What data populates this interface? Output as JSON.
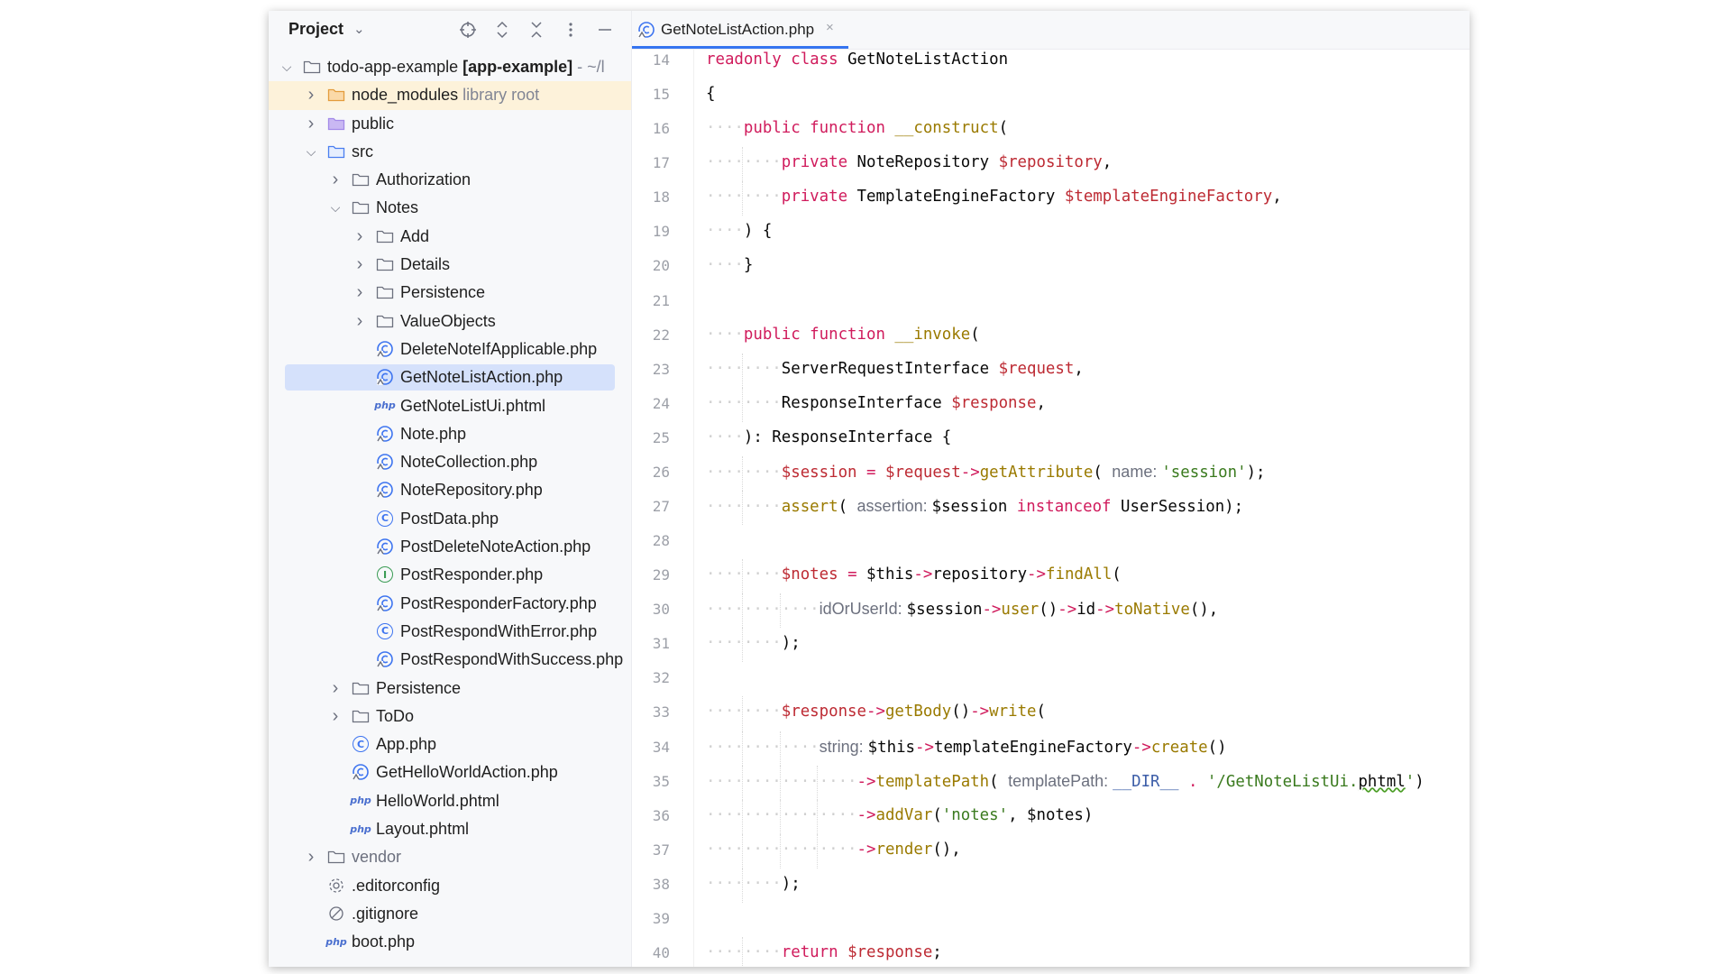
{
  "project_panel": {
    "title": "Project",
    "tree": [
      {
        "depth": 0,
        "arrow": "down",
        "icon": "folder",
        "name": "todo-app-example",
        "bold": "[app-example]",
        "suffix": "- ~/l"
      },
      {
        "depth": 1,
        "arrow": "right",
        "icon": "folder-orange",
        "name": "node_modules",
        "suffix": "library root",
        "highlight": true
      },
      {
        "depth": 1,
        "arrow": "right",
        "icon": "folder-purple",
        "name": "public"
      },
      {
        "depth": 1,
        "arrow": "down",
        "icon": "folder-blue",
        "name": "src"
      },
      {
        "depth": 2,
        "arrow": "right",
        "icon": "folder",
        "name": "Authorization"
      },
      {
        "depth": 2,
        "arrow": "down",
        "icon": "folder",
        "name": "Notes"
      },
      {
        "depth": 3,
        "arrow": "right",
        "icon": "folder",
        "name": "Add"
      },
      {
        "depth": 3,
        "arrow": "right",
        "icon": "folder",
        "name": "Details"
      },
      {
        "depth": 3,
        "arrow": "right",
        "icon": "folder",
        "name": "Persistence"
      },
      {
        "depth": 3,
        "arrow": "right",
        "icon": "folder",
        "name": "ValueObjects"
      },
      {
        "depth": 3,
        "icon": "php-class-readonly",
        "name": "DeleteNoteIfApplicable.php"
      },
      {
        "depth": 3,
        "icon": "php-class-readonly",
        "name": "GetNoteListAction.php",
        "selected": true
      },
      {
        "depth": 3,
        "icon": "php-file",
        "name": "GetNoteListUi.phtml"
      },
      {
        "depth": 3,
        "icon": "php-class-readonly",
        "name": "Note.php"
      },
      {
        "depth": 3,
        "icon": "php-class-readonly",
        "name": "NoteCollection.php"
      },
      {
        "depth": 3,
        "icon": "php-class-readonly",
        "name": "NoteRepository.php"
      },
      {
        "depth": 3,
        "icon": "php-class",
        "name": "PostData.php"
      },
      {
        "depth": 3,
        "icon": "php-class-readonly",
        "name": "PostDeleteNoteAction.php"
      },
      {
        "depth": 3,
        "icon": "php-interface",
        "name": "PostResponder.php"
      },
      {
        "depth": 3,
        "icon": "php-class-readonly",
        "name": "PostResponderFactory.php"
      },
      {
        "depth": 3,
        "icon": "php-class",
        "name": "PostRespondWithError.php"
      },
      {
        "depth": 3,
        "icon": "php-class-readonly",
        "name": "PostRespondWithSuccess.php"
      },
      {
        "depth": 2,
        "arrow": "right",
        "icon": "folder",
        "name": "Persistence"
      },
      {
        "depth": 2,
        "arrow": "right",
        "icon": "folder",
        "name": "ToDo"
      },
      {
        "depth": 2,
        "icon": "php-class",
        "name": "App.php"
      },
      {
        "depth": 2,
        "icon": "php-class-readonly",
        "name": "GetHelloWorldAction.php"
      },
      {
        "depth": 2,
        "icon": "php-file",
        "name": "HelloWorld.phtml"
      },
      {
        "depth": 2,
        "icon": "php-file",
        "name": "Layout.phtml"
      },
      {
        "depth": 1,
        "arrow": "right",
        "icon": "folder",
        "name": "vendor",
        "muted": true
      },
      {
        "depth": 1,
        "icon": "gear-file",
        "name": ".editorconfig"
      },
      {
        "depth": 1,
        "icon": "ignore-file",
        "name": ".gitignore"
      },
      {
        "depth": 1,
        "icon": "php-file",
        "name": "boot.php"
      }
    ]
  },
  "editor": {
    "tab": {
      "label": "GetNoteListAction.php",
      "close": "×"
    },
    "lines": [
      {
        "n": "14",
        "indent": 0,
        "tokens": [
          [
            "kw",
            "readonly class "
          ],
          [
            "cls",
            "GetNoteListAction"
          ]
        ]
      },
      {
        "n": "15",
        "indent": 0,
        "tokens": [
          [
            "cls",
            "{"
          ]
        ]
      },
      {
        "n": "16",
        "indent": 1,
        "tokens": [
          [
            "kw",
            "public function "
          ],
          [
            "fn",
            "__construct"
          ],
          [
            "cls",
            "("
          ]
        ]
      },
      {
        "n": "17",
        "indent": 2,
        "tokens": [
          [
            "kw",
            "private "
          ],
          [
            "cls",
            "NoteRepository "
          ],
          [
            "var",
            "$repository"
          ],
          [
            "cls",
            ","
          ]
        ]
      },
      {
        "n": "18",
        "indent": 2,
        "tokens": [
          [
            "kw",
            "private "
          ],
          [
            "cls",
            "TemplateEngineFactory "
          ],
          [
            "var",
            "$templateEngineFactory"
          ],
          [
            "cls",
            ","
          ]
        ]
      },
      {
        "n": "19",
        "indent": 1,
        "tokens": [
          [
            "cls",
            ") {"
          ]
        ]
      },
      {
        "n": "20",
        "indent": 1,
        "tokens": [
          [
            "cls",
            "}"
          ]
        ]
      },
      {
        "n": "21",
        "indent": 0,
        "tokens": []
      },
      {
        "n": "22",
        "indent": 1,
        "tokens": [
          [
            "kw",
            "public function "
          ],
          [
            "fn",
            "__invoke"
          ],
          [
            "cls",
            "("
          ]
        ]
      },
      {
        "n": "23",
        "indent": 2,
        "tokens": [
          [
            "cls",
            "ServerRequestInterface "
          ],
          [
            "var",
            "$request"
          ],
          [
            "cls",
            ","
          ]
        ]
      },
      {
        "n": "24",
        "indent": 2,
        "tokens": [
          [
            "cls",
            "ResponseInterface "
          ],
          [
            "var",
            "$response"
          ],
          [
            "cls",
            ","
          ]
        ]
      },
      {
        "n": "25",
        "indent": 1,
        "tokens": [
          [
            "cls",
            "): ResponseInterface {"
          ]
        ]
      },
      {
        "n": "26",
        "indent": 2,
        "tokens": [
          [
            "var",
            "$session"
          ],
          [
            "cls",
            " "
          ],
          [
            "kw",
            "="
          ],
          [
            "cls",
            " "
          ],
          [
            "var",
            "$request"
          ],
          [
            "kw",
            "->"
          ],
          [
            "fn",
            "getAttribute"
          ],
          [
            "cls",
            "( "
          ],
          [
            "hint",
            "name: "
          ],
          [
            "str",
            "'session'"
          ],
          [
            "cls",
            ");"
          ]
        ]
      },
      {
        "n": "27",
        "indent": 2,
        "tokens": [
          [
            "fn",
            "assert"
          ],
          [
            "cls",
            "( "
          ],
          [
            "hint",
            "assertion: "
          ],
          [
            "cls",
            "$session "
          ],
          [
            "kw",
            "instanceof "
          ],
          [
            "cls",
            "UserSession);"
          ]
        ]
      },
      {
        "n": "28",
        "indent": 0,
        "tokens": []
      },
      {
        "n": "29",
        "indent": 2,
        "tokens": [
          [
            "var",
            "$notes"
          ],
          [
            "cls",
            " "
          ],
          [
            "kw",
            "="
          ],
          [
            "cls",
            " $this"
          ],
          [
            "kw",
            "->"
          ],
          [
            "cls",
            "repository"
          ],
          [
            "kw",
            "->"
          ],
          [
            "fn",
            "findAll"
          ],
          [
            "cls",
            "("
          ]
        ]
      },
      {
        "n": "30",
        "indent": 3,
        "tokens": [
          [
            "hint",
            "idOrUserId: "
          ],
          [
            "cls",
            "$session"
          ],
          [
            "kw",
            "->"
          ],
          [
            "fn",
            "user"
          ],
          [
            "cls",
            "()"
          ],
          [
            "kw",
            "->"
          ],
          [
            "cls",
            "id"
          ],
          [
            "kw",
            "->"
          ],
          [
            "fn",
            "toNative"
          ],
          [
            "cls",
            "(),"
          ]
        ]
      },
      {
        "n": "31",
        "indent": 2,
        "tokens": [
          [
            "cls",
            ");"
          ]
        ]
      },
      {
        "n": "32",
        "indent": 0,
        "tokens": []
      },
      {
        "n": "33",
        "indent": 2,
        "tokens": [
          [
            "var",
            "$response"
          ],
          [
            "kw",
            "->"
          ],
          [
            "fn",
            "getBody"
          ],
          [
            "cls",
            "()"
          ],
          [
            "kw",
            "->"
          ],
          [
            "fn",
            "write"
          ],
          [
            "cls",
            "("
          ]
        ]
      },
      {
        "n": "34",
        "indent": 3,
        "tokens": [
          [
            "hint",
            "string: "
          ],
          [
            "cls",
            "$this"
          ],
          [
            "kw",
            "->"
          ],
          [
            "cls",
            "templateEngineFactory"
          ],
          [
            "kw",
            "->"
          ],
          [
            "fn",
            "create"
          ],
          [
            "cls",
            "()"
          ]
        ]
      },
      {
        "n": "35",
        "indent": 4,
        "tokens": [
          [
            "kw",
            "->"
          ],
          [
            "fn",
            "templatePath"
          ],
          [
            "cls",
            "( "
          ],
          [
            "hint",
            "templatePath: "
          ],
          [
            "dir",
            "__DIR__"
          ],
          [
            "cls",
            " "
          ],
          [
            "kw",
            "."
          ],
          [
            "cls",
            " "
          ],
          [
            "str",
            "'/GetNoteListUi."
          ],
          [
            "wavy",
            "phtml"
          ],
          [
            "str",
            "'"
          ],
          [
            "cls",
            ")"
          ]
        ]
      },
      {
        "n": "36",
        "indent": 4,
        "tokens": [
          [
            "kw",
            "->"
          ],
          [
            "fn",
            "addVar"
          ],
          [
            "cls",
            "("
          ],
          [
            "str",
            "'notes'"
          ],
          [
            "cls",
            ", $notes)"
          ]
        ]
      },
      {
        "n": "37",
        "indent": 4,
        "tokens": [
          [
            "kw",
            "->"
          ],
          [
            "fn",
            "render"
          ],
          [
            "cls",
            "(),"
          ]
        ]
      },
      {
        "n": "38",
        "indent": 2,
        "tokens": [
          [
            "cls",
            ");"
          ]
        ]
      },
      {
        "n": "39",
        "indent": 0,
        "tokens": []
      },
      {
        "n": "40",
        "indent": 2,
        "tokens": [
          [
            "kw",
            "return "
          ],
          [
            "var",
            "$response"
          ],
          [
            "cls",
            ";"
          ]
        ]
      }
    ]
  }
}
